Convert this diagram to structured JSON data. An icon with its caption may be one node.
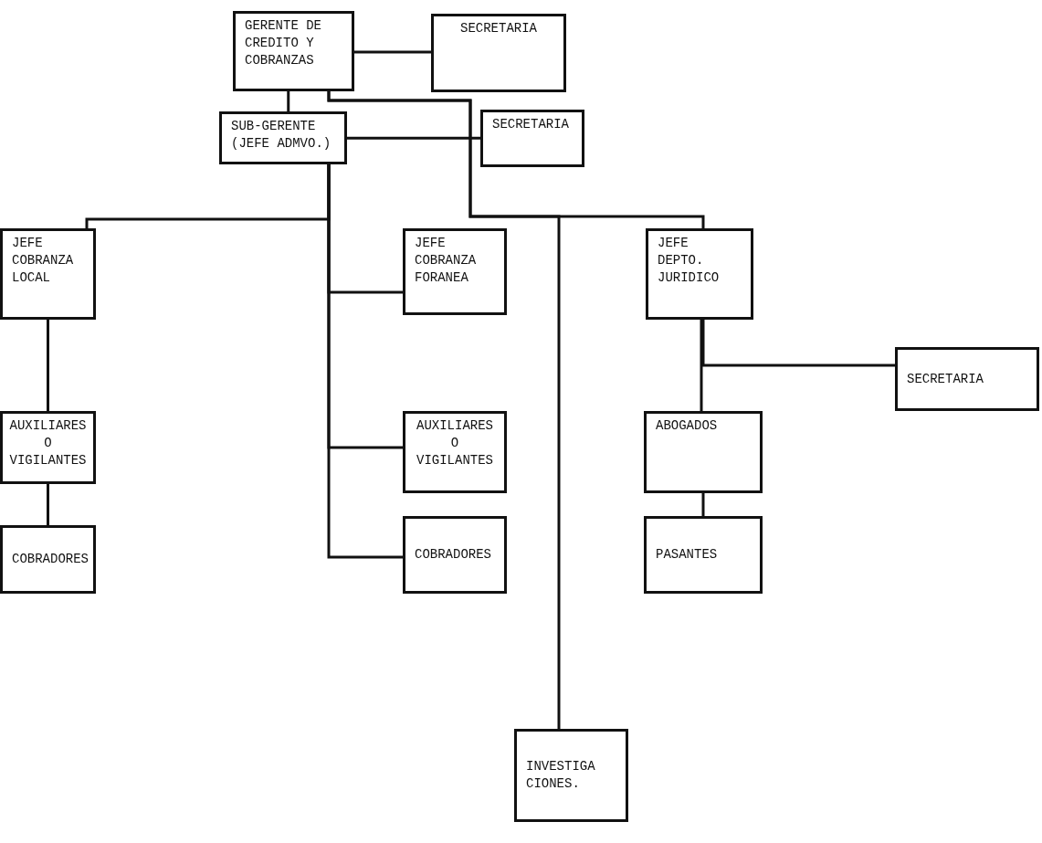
{
  "diagram": {
    "nodes": [
      {
        "text": [
          "GERENTE DE CREDITO Y COBRANZAS"
        ]
      },
      {
        "text": [
          "SECRETARIA"
        ]
      },
      {
        "text": [
          "SUB-GERENTE (JEFE ADMVO.)"
        ]
      },
      {
        "text": [
          "SECRETARIA"
        ]
      },
      {
        "text": [
          "JEFE COBRANZA LOCAL"
        ]
      },
      {
        "text": [
          "JEFE COBRANZA FORANEA"
        ]
      },
      {
        "text": [
          "JEFE DEPTO. JURIDICO"
        ]
      },
      {
        "text": [
          "SECRETARIA"
        ]
      },
      {
        "text": [
          "AUXILIARES O VIGILANTES"
        ]
      },
      {
        "text": [
          "AUXILIARES O VIGILANTES"
        ]
      },
      {
        "text": [
          "ABOGADOS"
        ]
      },
      {
        "text": [
          "COBRADORES"
        ]
      },
      {
        "text": [
          "COBRADORES"
        ]
      },
      {
        "text": [
          "PASANTES"
        ]
      },
      {
        "text": [
          "INVESTIGA CIONES."
        ]
      }
    ],
    "edges": [
      {
        "from": 0,
        "to": 1,
        "arrow": "none"
      },
      {
        "from": 0,
        "to": 2,
        "arrow": "none"
      },
      {
        "from": 0,
        "to": 6,
        "arrow": "none"
      },
      {
        "from": 0,
        "to": 14,
        "arrow": "none"
      },
      {
        "from": 2,
        "to": 3,
        "arrow": "none"
      },
      {
        "from": 2,
        "to": 4,
        "arrow": "none"
      },
      {
        "from": 2,
        "to": 5,
        "arrow": "none"
      },
      {
        "from": 2,
        "to": 9,
        "arrow": "none"
      },
      {
        "from": 2,
        "to": 12,
        "arrow": "none"
      },
      {
        "from": 4,
        "to": 8,
        "arrow": "none"
      },
      {
        "from": 8,
        "to": 11,
        "arrow": "none"
      },
      {
        "from": 6,
        "to": 7,
        "arrow": "none"
      },
      {
        "from": 6,
        "to": 10,
        "arrow": "none"
      },
      {
        "from": 10,
        "to": 13,
        "arrow": "none"
      }
    ]
  }
}
